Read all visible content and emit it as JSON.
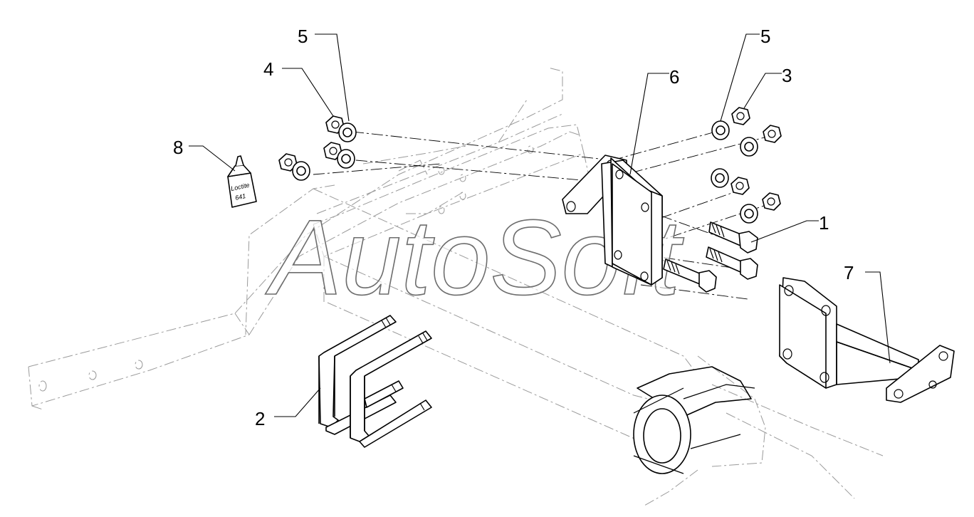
{
  "watermark": "AutoSoft",
  "callouts": {
    "c1": "1",
    "c2": "2",
    "c3": "3",
    "c4": "4",
    "c5a": "5",
    "c5b": "5",
    "c6": "6",
    "c7": "7",
    "c8": "8"
  },
  "loctite": {
    "brand": "Loctite",
    "code": "641"
  },
  "colors": {
    "line": "#000000",
    "ghost_line": "#9a9a9a",
    "watermark_stroke": "#6d6d6d",
    "background": "#ffffff"
  }
}
